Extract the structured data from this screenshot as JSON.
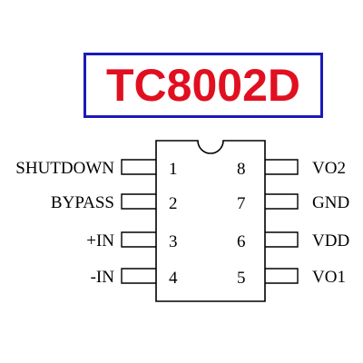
{
  "title": "TC8002D",
  "colors": {
    "title_text": "#e01020",
    "title_border": "#1a1ab8",
    "line": "#000000"
  },
  "pins_left": [
    {
      "num": "1",
      "label": "SHUTDOWN"
    },
    {
      "num": "2",
      "label": "BYPASS"
    },
    {
      "num": "3",
      "label": "+IN"
    },
    {
      "num": "4",
      "label": "-IN"
    }
  ],
  "pins_right": [
    {
      "num": "8",
      "label": "VO2"
    },
    {
      "num": "7",
      "label": "GND"
    },
    {
      "num": "6",
      "label": "VDD"
    },
    {
      "num": "5",
      "label": "VO1"
    }
  ]
}
